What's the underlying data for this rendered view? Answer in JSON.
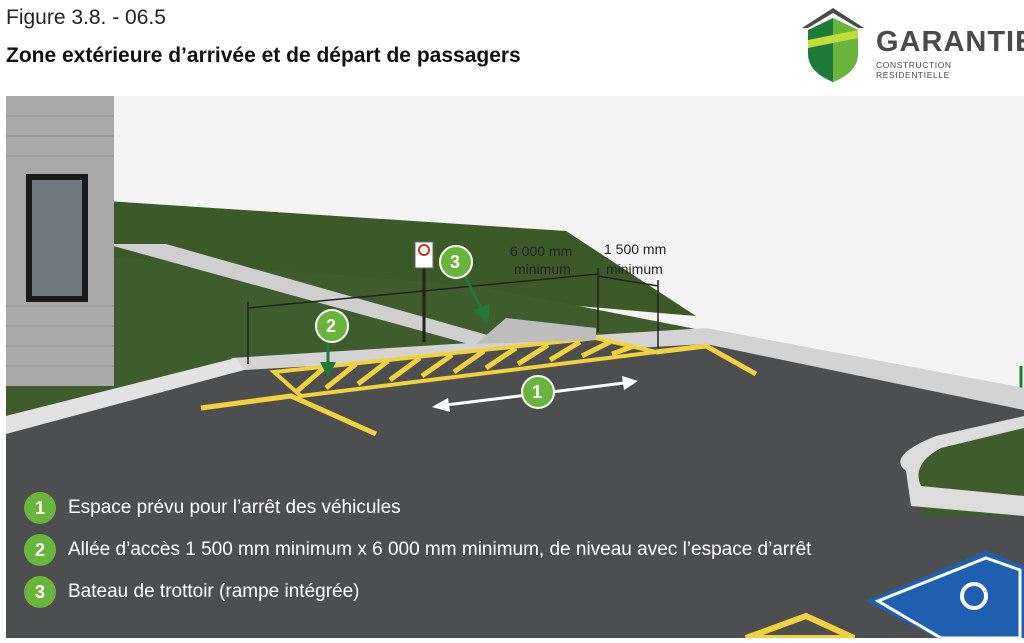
{
  "header": {
    "figure_number": "Figure 3.8. - 06.5",
    "title": "Zone extérieure d’arrivée et de départ de passagers"
  },
  "logo": {
    "name": "GARANTIE",
    "subtitle": "CONSTRUCTION RESIDENTIELLE"
  },
  "dimensions": {
    "length_value": "6 000 mm",
    "length_qualifier": "minimum",
    "width_value": "1 500 mm",
    "width_qualifier": "minimum"
  },
  "markers": [
    "1",
    "2",
    "3"
  ],
  "legend": [
    {
      "number": "1",
      "text": "Espace prévu pour l’arrêt des véhicules"
    },
    {
      "number": "2",
      "text": "Allée d’accès 1 500 mm minimum x 6 000 mm minimum, de niveau avec l’espace d’arrêt"
    },
    {
      "number": "3",
      "text": "Bateau de trottoir (rampe intégrée)"
    }
  ],
  "colors": {
    "accent_green": "#6ab43e",
    "dark_green": "#1f7a3a",
    "asphalt": "#4d4e50",
    "grass": "#3e5a2a",
    "hatch_yellow": "#f2d23c",
    "accessible_blue": "#1f5fb0"
  },
  "icons": [
    "no-parking-sign-icon",
    "accessible-parking-symbol-icon",
    "double-arrow-icon"
  ]
}
